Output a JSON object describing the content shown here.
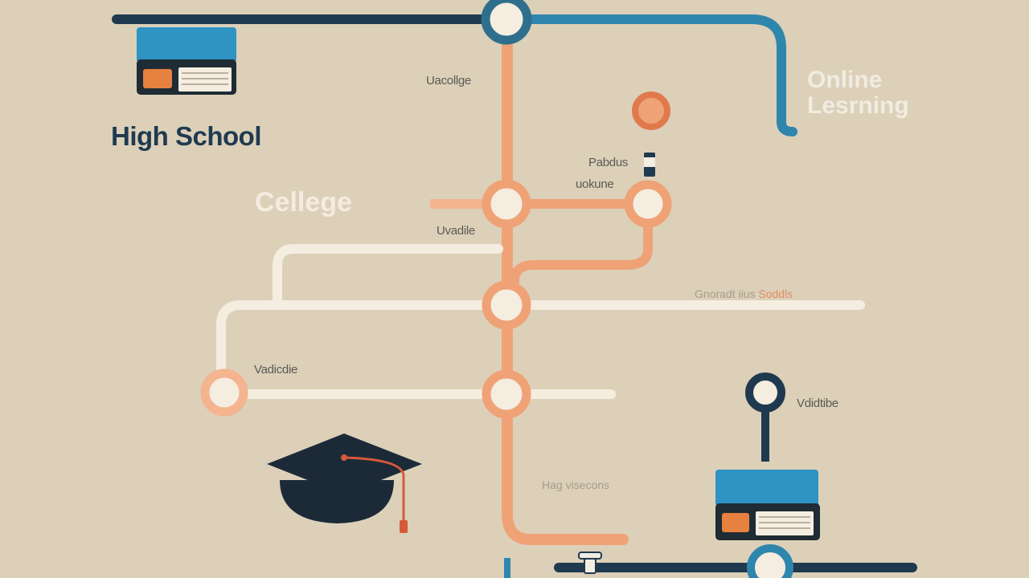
{
  "colors": {
    "background": "#dcd0b9",
    "navy": "#1f3a4f",
    "teal": "#2f86ad",
    "orange": "#f0a277",
    "orange_dark": "#e07a4d",
    "cream": "#f4ede0"
  },
  "labels": {
    "high_school": "High School",
    "college": "Cellege",
    "online_line1": "Online",
    "online_line2": "Lesrning",
    "uacollge": "Uacollge",
    "pabdus": "Pabdus",
    "uokune": "uokune",
    "uvadile": "Uvadile",
    "vadicdie": "Vadicdie",
    "vdidtibe": "Vdidtibe",
    "hag_visecons": "Hag visecons",
    "gnoaredt_part1": "Gnoradt iius",
    "gnoaredt_part2": "Soddls"
  },
  "icons": {
    "book_top": "book-stack-icon",
    "book_bottom": "book-stack-icon",
    "graduation_cap": "graduation-cap-icon"
  }
}
